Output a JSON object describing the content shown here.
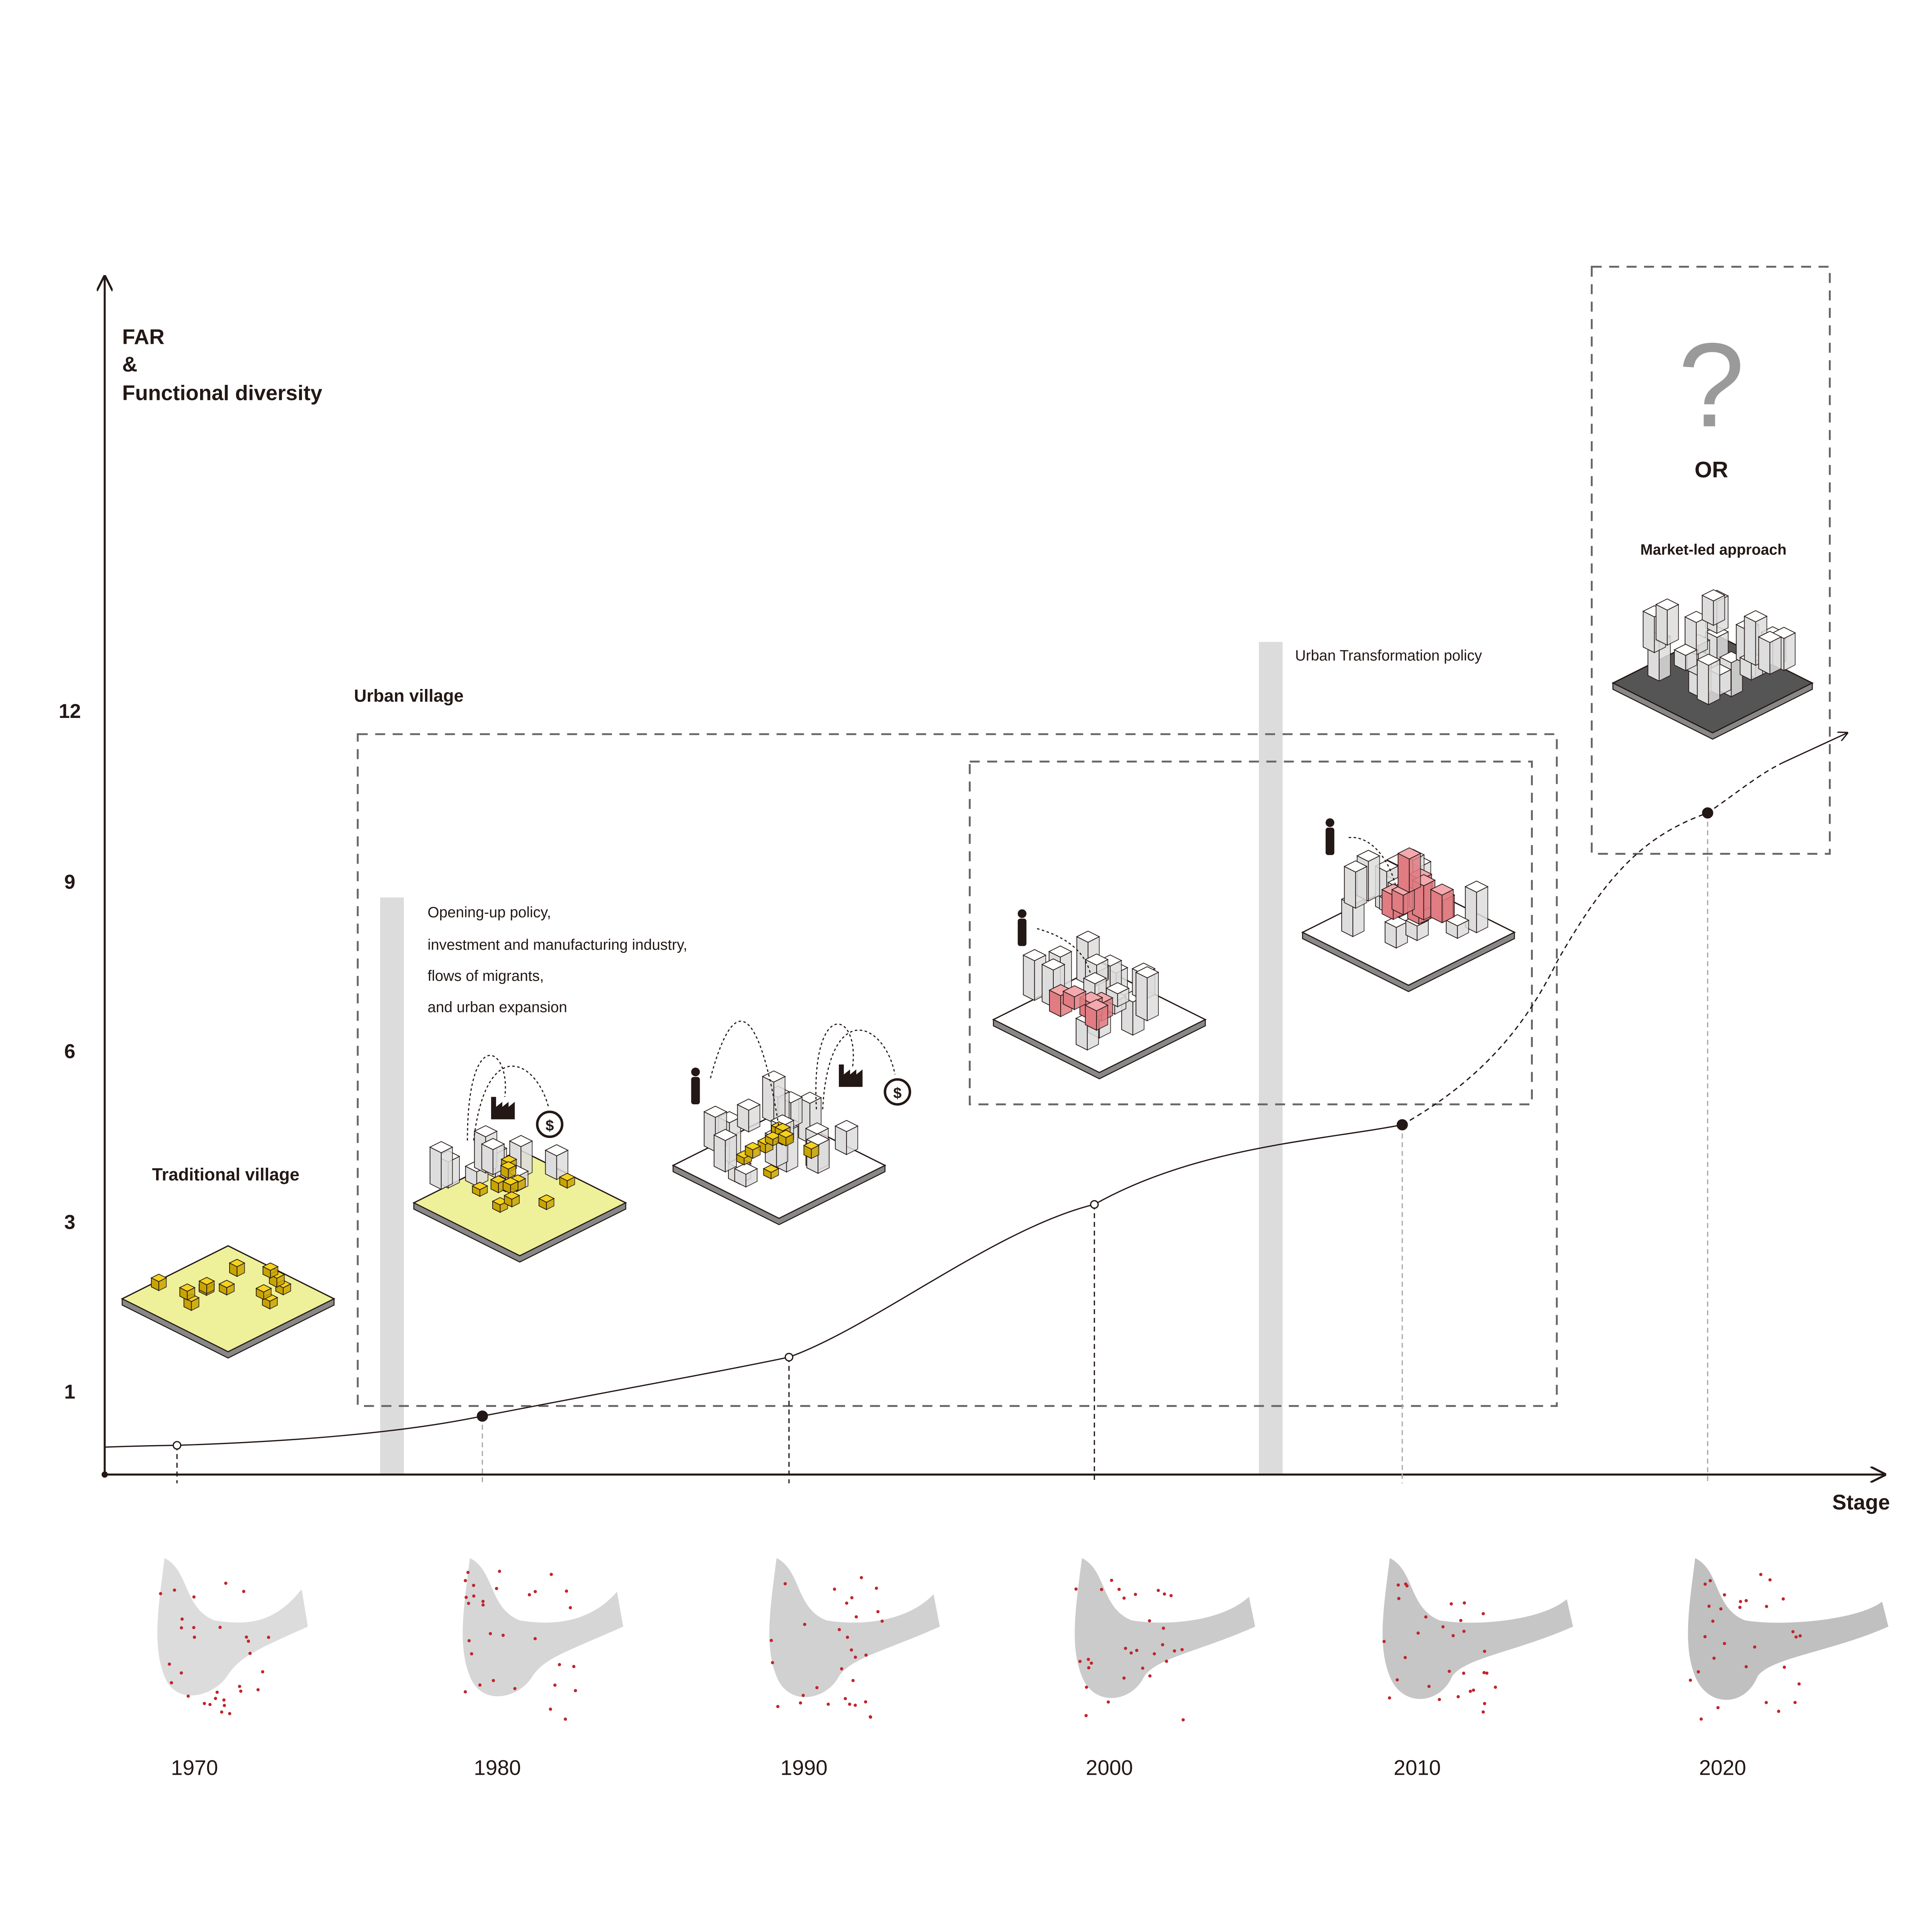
{
  "chart_data": {
    "type": "line",
    "ylabel_lines": [
      "FAR",
      "&",
      "Functional diversity"
    ],
    "xlabel": "Stage",
    "y_ticks": [
      "12",
      "9",
      "6",
      "3",
      "1"
    ],
    "categories": [
      "1970",
      "1980",
      "1990",
      "2000",
      "2010",
      "2020"
    ],
    "values": [
      0.35,
      0.7,
      1.4,
      3.3,
      4.7,
      10.2
    ],
    "series_style": [
      "solid",
      "solid",
      "solid",
      "solid",
      "dashed",
      "dashed"
    ]
  },
  "annotations": {
    "traditional_village": "Traditional village",
    "urban_village": "Urban village",
    "opening_up": [
      "Opening-up policy,",
      "investment and manufacturing industry,",
      "flows of migrants,",
      "and urban expansion"
    ],
    "urban_transformation": "Urban Transformation policy",
    "question": "?",
    "or": "OR",
    "market_led": "Market-led approach"
  },
  "colors": {
    "axis": "#231815",
    "policy_bar": "#dcdcdd",
    "plate_yellow": "#eef09a",
    "block_yellow": "#f5d21c",
    "block_pink": "#f3a9ad",
    "map_grey": "#b9b9b9",
    "map_red": "#c0262b",
    "question": "#9b9a9a"
  }
}
